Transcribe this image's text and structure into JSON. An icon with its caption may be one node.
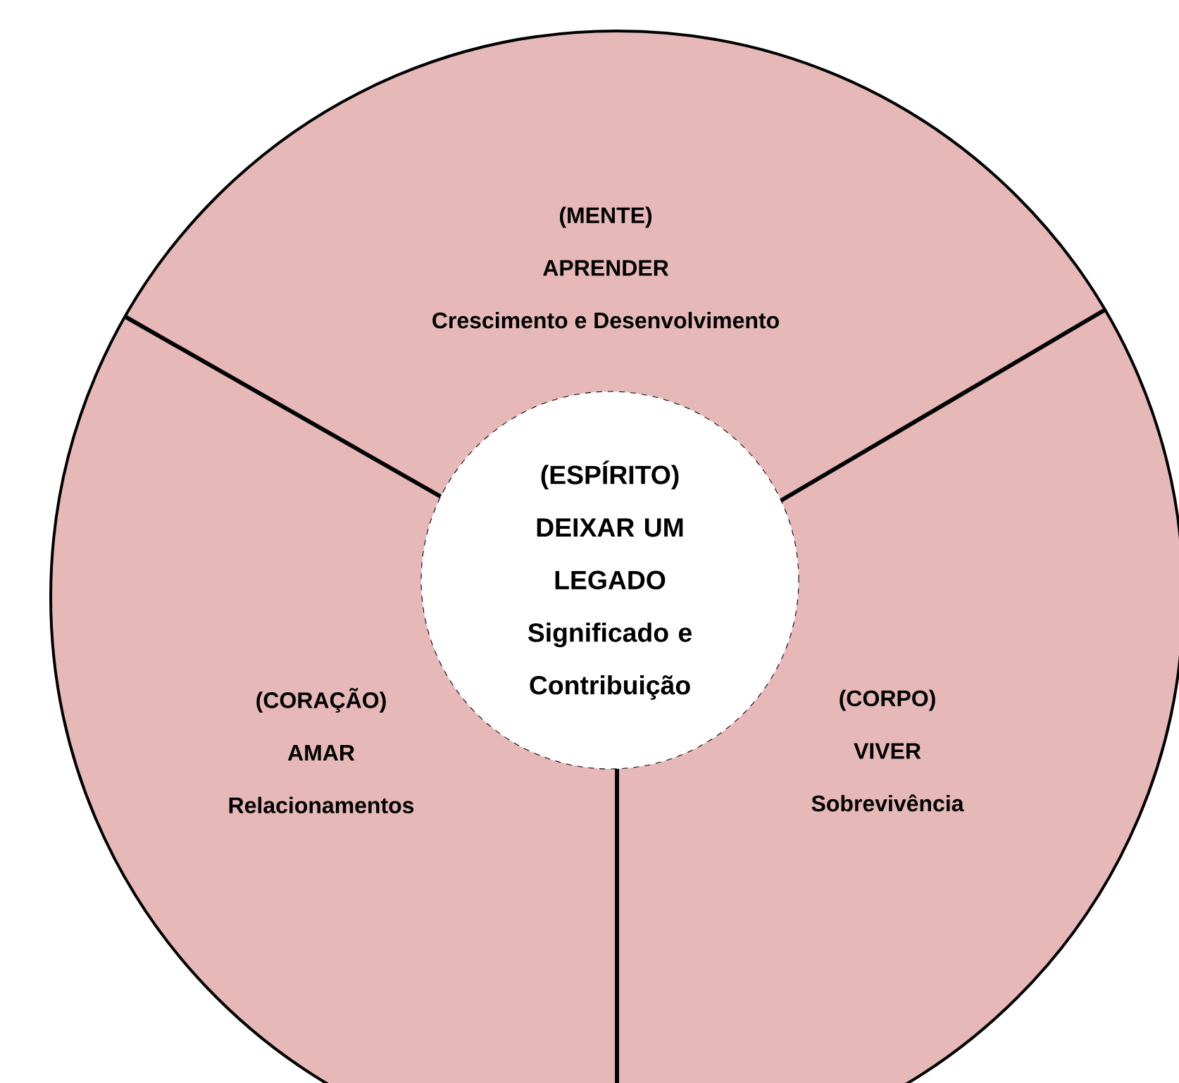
{
  "diagram": {
    "nodes": [
      {
        "text": [
          "(MENTE)",
          "APRENDER",
          "Crescimento e Desenvolvimento"
        ]
      },
      {
        "text": [
          "(CORAÇÃO)",
          "AMAR",
          "Relacionamentos"
        ]
      },
      {
        "text": [
          "(CORPO)",
          "VIVER",
          "Sobrevivência"
        ]
      },
      {
        "text": [
          "(ESPÍRITO)",
          "DEIXAR UM LEGADO",
          "Significado e Contribuição"
        ]
      }
    ]
  }
}
